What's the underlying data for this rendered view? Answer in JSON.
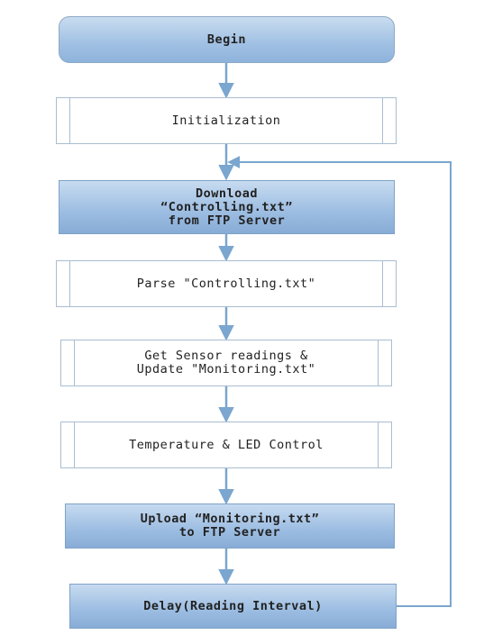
{
  "nodes": {
    "begin": "Begin",
    "initialization": "Initialization",
    "download": "Download\n“Controlling.txt”\nfrom FTP Server",
    "parse": "Parse \"Controlling.txt\"",
    "sensor": "Get Sensor readings &\nUpdate \"Monitoring.txt\"",
    "temperature": "Temperature & LED Control",
    "upload": "Upload “Monitoring.txt”\nto FTP Server",
    "delay": "Delay(Reading Interval)"
  },
  "colors": {
    "arrow": "#7aa6cf",
    "node_fill_top": "#c9dcf0",
    "node_fill_bottom": "#8eb3dc",
    "border": "#a9bdd1"
  }
}
